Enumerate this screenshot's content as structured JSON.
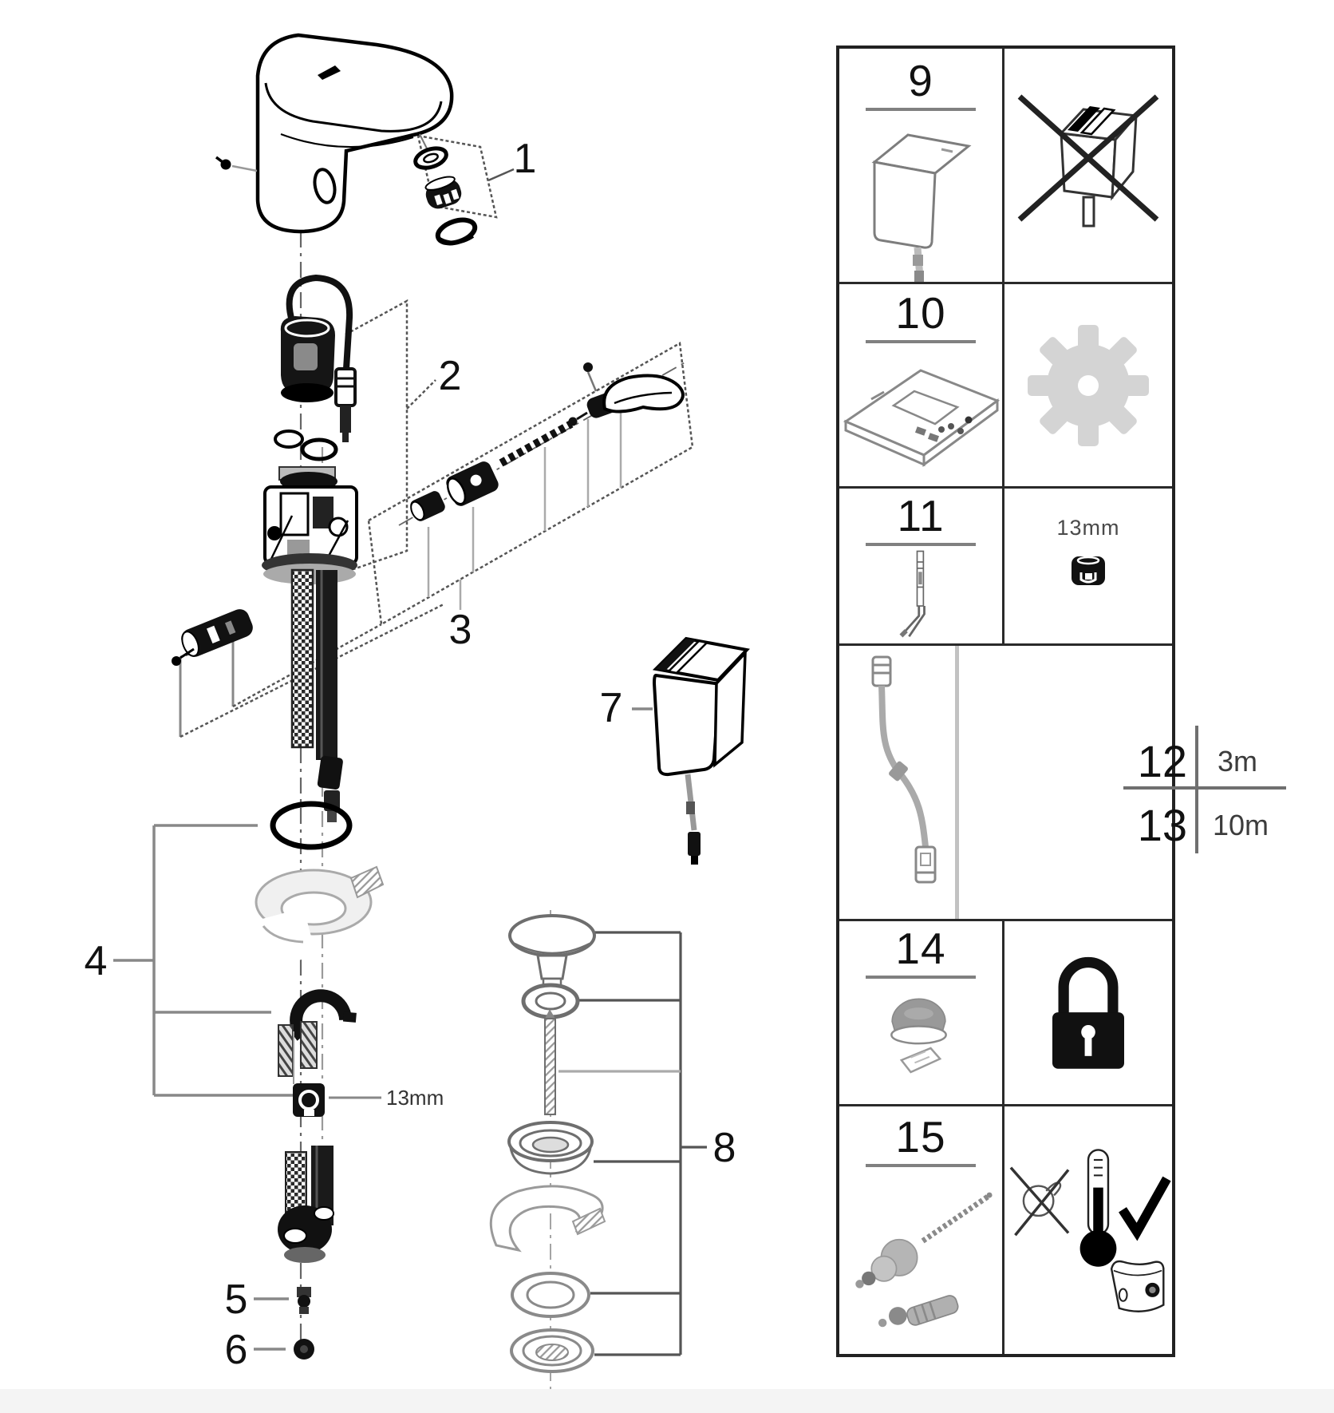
{
  "exploded_view": {
    "callout_1": "1",
    "callout_2": "2",
    "callout_3": "3",
    "callout_4": "4",
    "callout_5": "5",
    "callout_6": "6",
    "callout_7": "7",
    "callout_8": "8",
    "nut_size_label": "13mm"
  },
  "accessories_table": {
    "row_9": {
      "number": "9"
    },
    "row_10": {
      "number": "10"
    },
    "row_11": {
      "number": "11",
      "wrench_size": "13mm"
    },
    "row_12_13": {
      "item_a_number": "12",
      "item_a_value": "3m",
      "item_b_number": "13",
      "item_b_value": "10m"
    },
    "row_14": {
      "number": "14"
    },
    "row_15": {
      "number": "15"
    }
  },
  "colors": {
    "line_black": "#000000",
    "line_gray": "#888888",
    "fill_light_gray": "#d4d4d4",
    "background": "#ffffff"
  }
}
